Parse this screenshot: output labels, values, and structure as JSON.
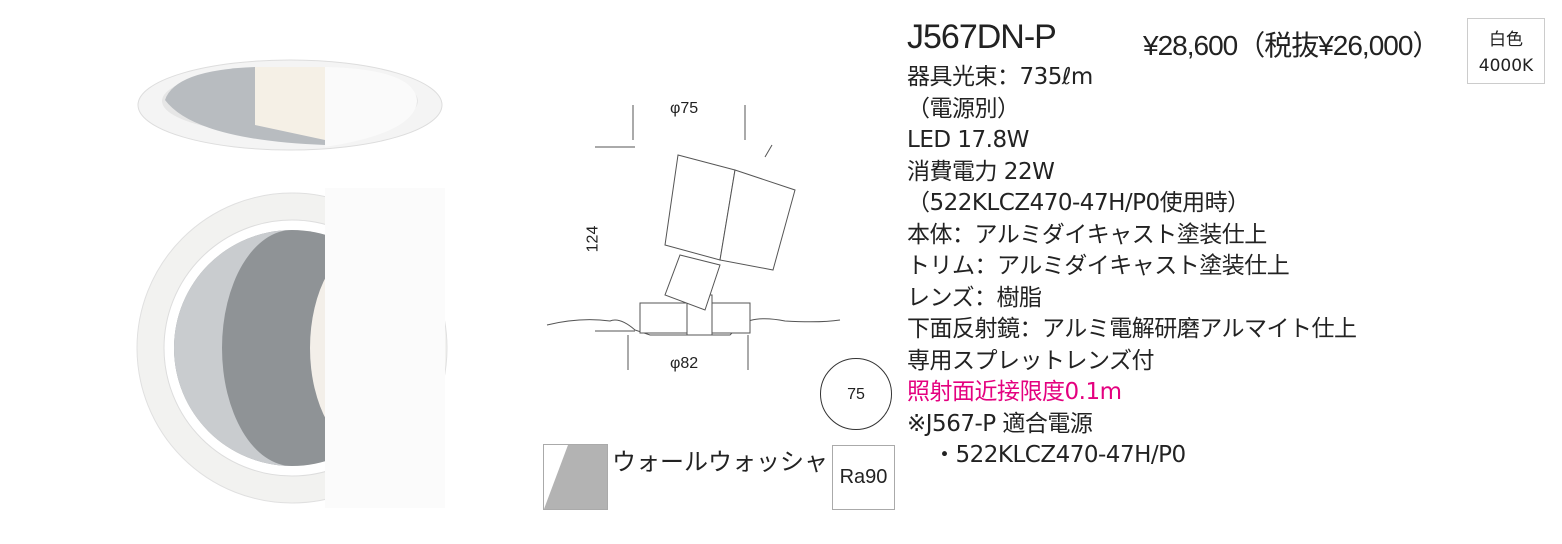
{
  "product": {
    "model": "J567DN-P",
    "price": "¥28,600（税抜¥26,000）",
    "color_label": "白色",
    "color_temp": "4000K"
  },
  "specs": [
    "器具光束：735ℓm",
    "（電源別）",
    "LED 17.8W",
    "消費電力 22W",
    "（522KLCZ470-47H/P0使用時）",
    "本体：アルミダイキャスト塗装仕上",
    "トリム：アルミダイキャスト塗装仕上",
    "レンズ：樹脂",
    "下面反射鏡：アルミ電解研磨アルマイト仕上",
    "専用スプレットレンズ付"
  ],
  "warning": "照射面近接限度0.1m",
  "power_note": "※J567-P 適合電源",
  "power_model": "・522KLCZ470-47H/P0",
  "drawing": {
    "top_dim": "φ75",
    "height_dim": "124",
    "bottom_dim": "φ82",
    "cutout": "75"
  },
  "light_type": "ウォールウォッシャ",
  "ra": "Ra90",
  "colors": {
    "warning": "#e4007f"
  }
}
